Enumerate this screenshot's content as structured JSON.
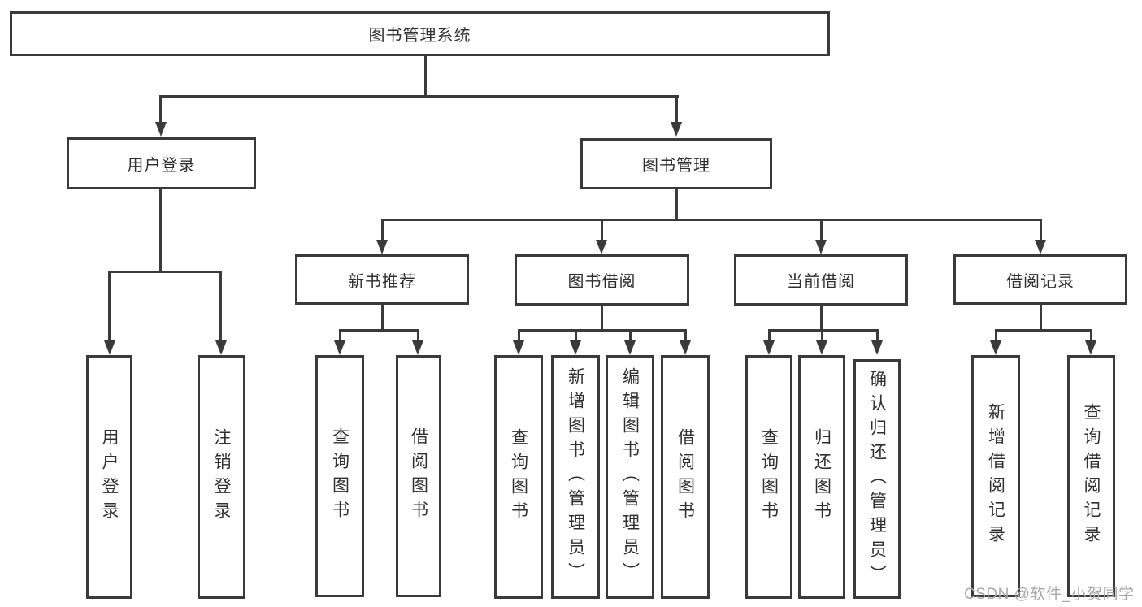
{
  "diagram": {
    "tree": {
      "root": {
        "label": "图书管理系统",
        "children": [
          {
            "label": "用户登录",
            "children": [
              {
                "label": "用户登录"
              },
              {
                "label": "注销登录"
              }
            ]
          },
          {
            "label": "图书管理",
            "children": [
              {
                "label": "新书推荐",
                "children": [
                  {
                    "label": "查询图书"
                  },
                  {
                    "label": "借阅图书"
                  }
                ]
              },
              {
                "label": "图书借阅",
                "children": [
                  {
                    "label": "查询图书"
                  },
                  {
                    "label": "新增图书（管理员）"
                  },
                  {
                    "label": "编辑图书（管理员）"
                  },
                  {
                    "label": "借阅图书"
                  }
                ]
              },
              {
                "label": "当前借阅",
                "children": [
                  {
                    "label": "查询图书"
                  },
                  {
                    "label": "归还图书"
                  },
                  {
                    "label": "确认归还（管理员）"
                  }
                ]
              },
              {
                "label": "借阅记录",
                "children": [
                  {
                    "label": "新增借阅记录"
                  },
                  {
                    "label": "查询借阅记录"
                  }
                ]
              }
            ]
          }
        ]
      }
    },
    "colors": {
      "line": "#3a3a3a",
      "text": "#2f2f2f",
      "background": "#ffffff",
      "watermark_text": "#a8a8a8"
    }
  },
  "watermark": "CSDN @软件_小贺同学"
}
